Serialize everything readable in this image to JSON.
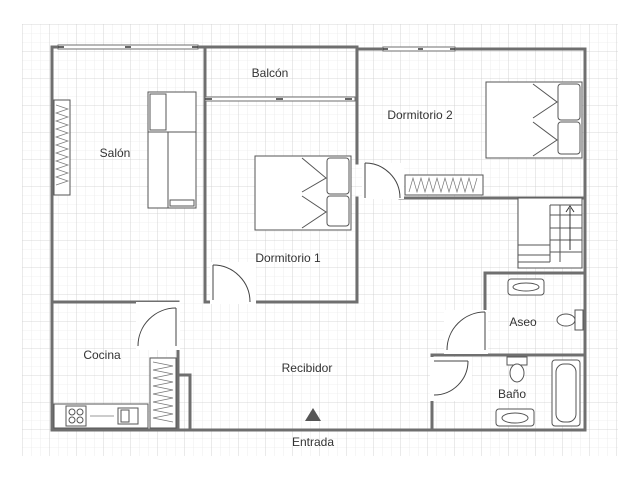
{
  "rooms": {
    "balcon": "Balcón",
    "dormitorio2": "Dormitorio 2",
    "salon": "Salón",
    "dormitorio1": "Dormitorio 1",
    "cocina": "Cocina",
    "recibidor": "Recibidor",
    "aseo": "Aseo",
    "bano": "Baño",
    "entrada": "Entrada"
  },
  "colors": {
    "wall": "#6f6f6f",
    "grid_minor": "#e3e3e3",
    "grid_major": "#c9c9c9",
    "fixture_stroke": "#555555",
    "window_fill": "#ffffff",
    "label": "#333333"
  },
  "icons": {
    "entrance": "entrance-arrow-icon"
  }
}
